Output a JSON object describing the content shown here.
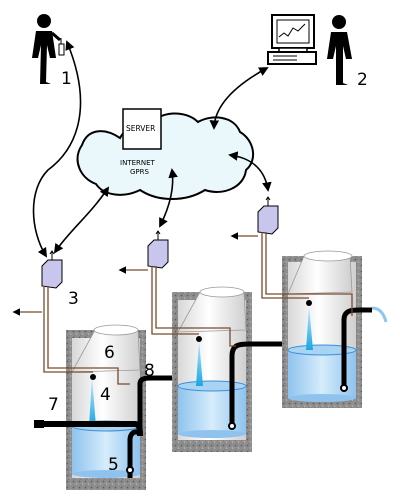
{
  "cloud": {
    "server_label": "SERVER",
    "network_line1": "INTERNET",
    "network_line2": "GPRS"
  },
  "labels": {
    "n1": "1",
    "n2": "2",
    "n3": "3",
    "n4": "4",
    "n5": "5",
    "n6": "6",
    "n7": "7",
    "n8": "8"
  },
  "colors": {
    "cloud_fill": "#eaf8fb",
    "water": "#8ec6ee",
    "water_dark": "#3a8fd8",
    "spray": "#29b6e6",
    "gravel": "#9a9a9a",
    "modem": "#c9c6ee",
    "wire": "#7a4a2e",
    "pipe": "#000000"
  }
}
